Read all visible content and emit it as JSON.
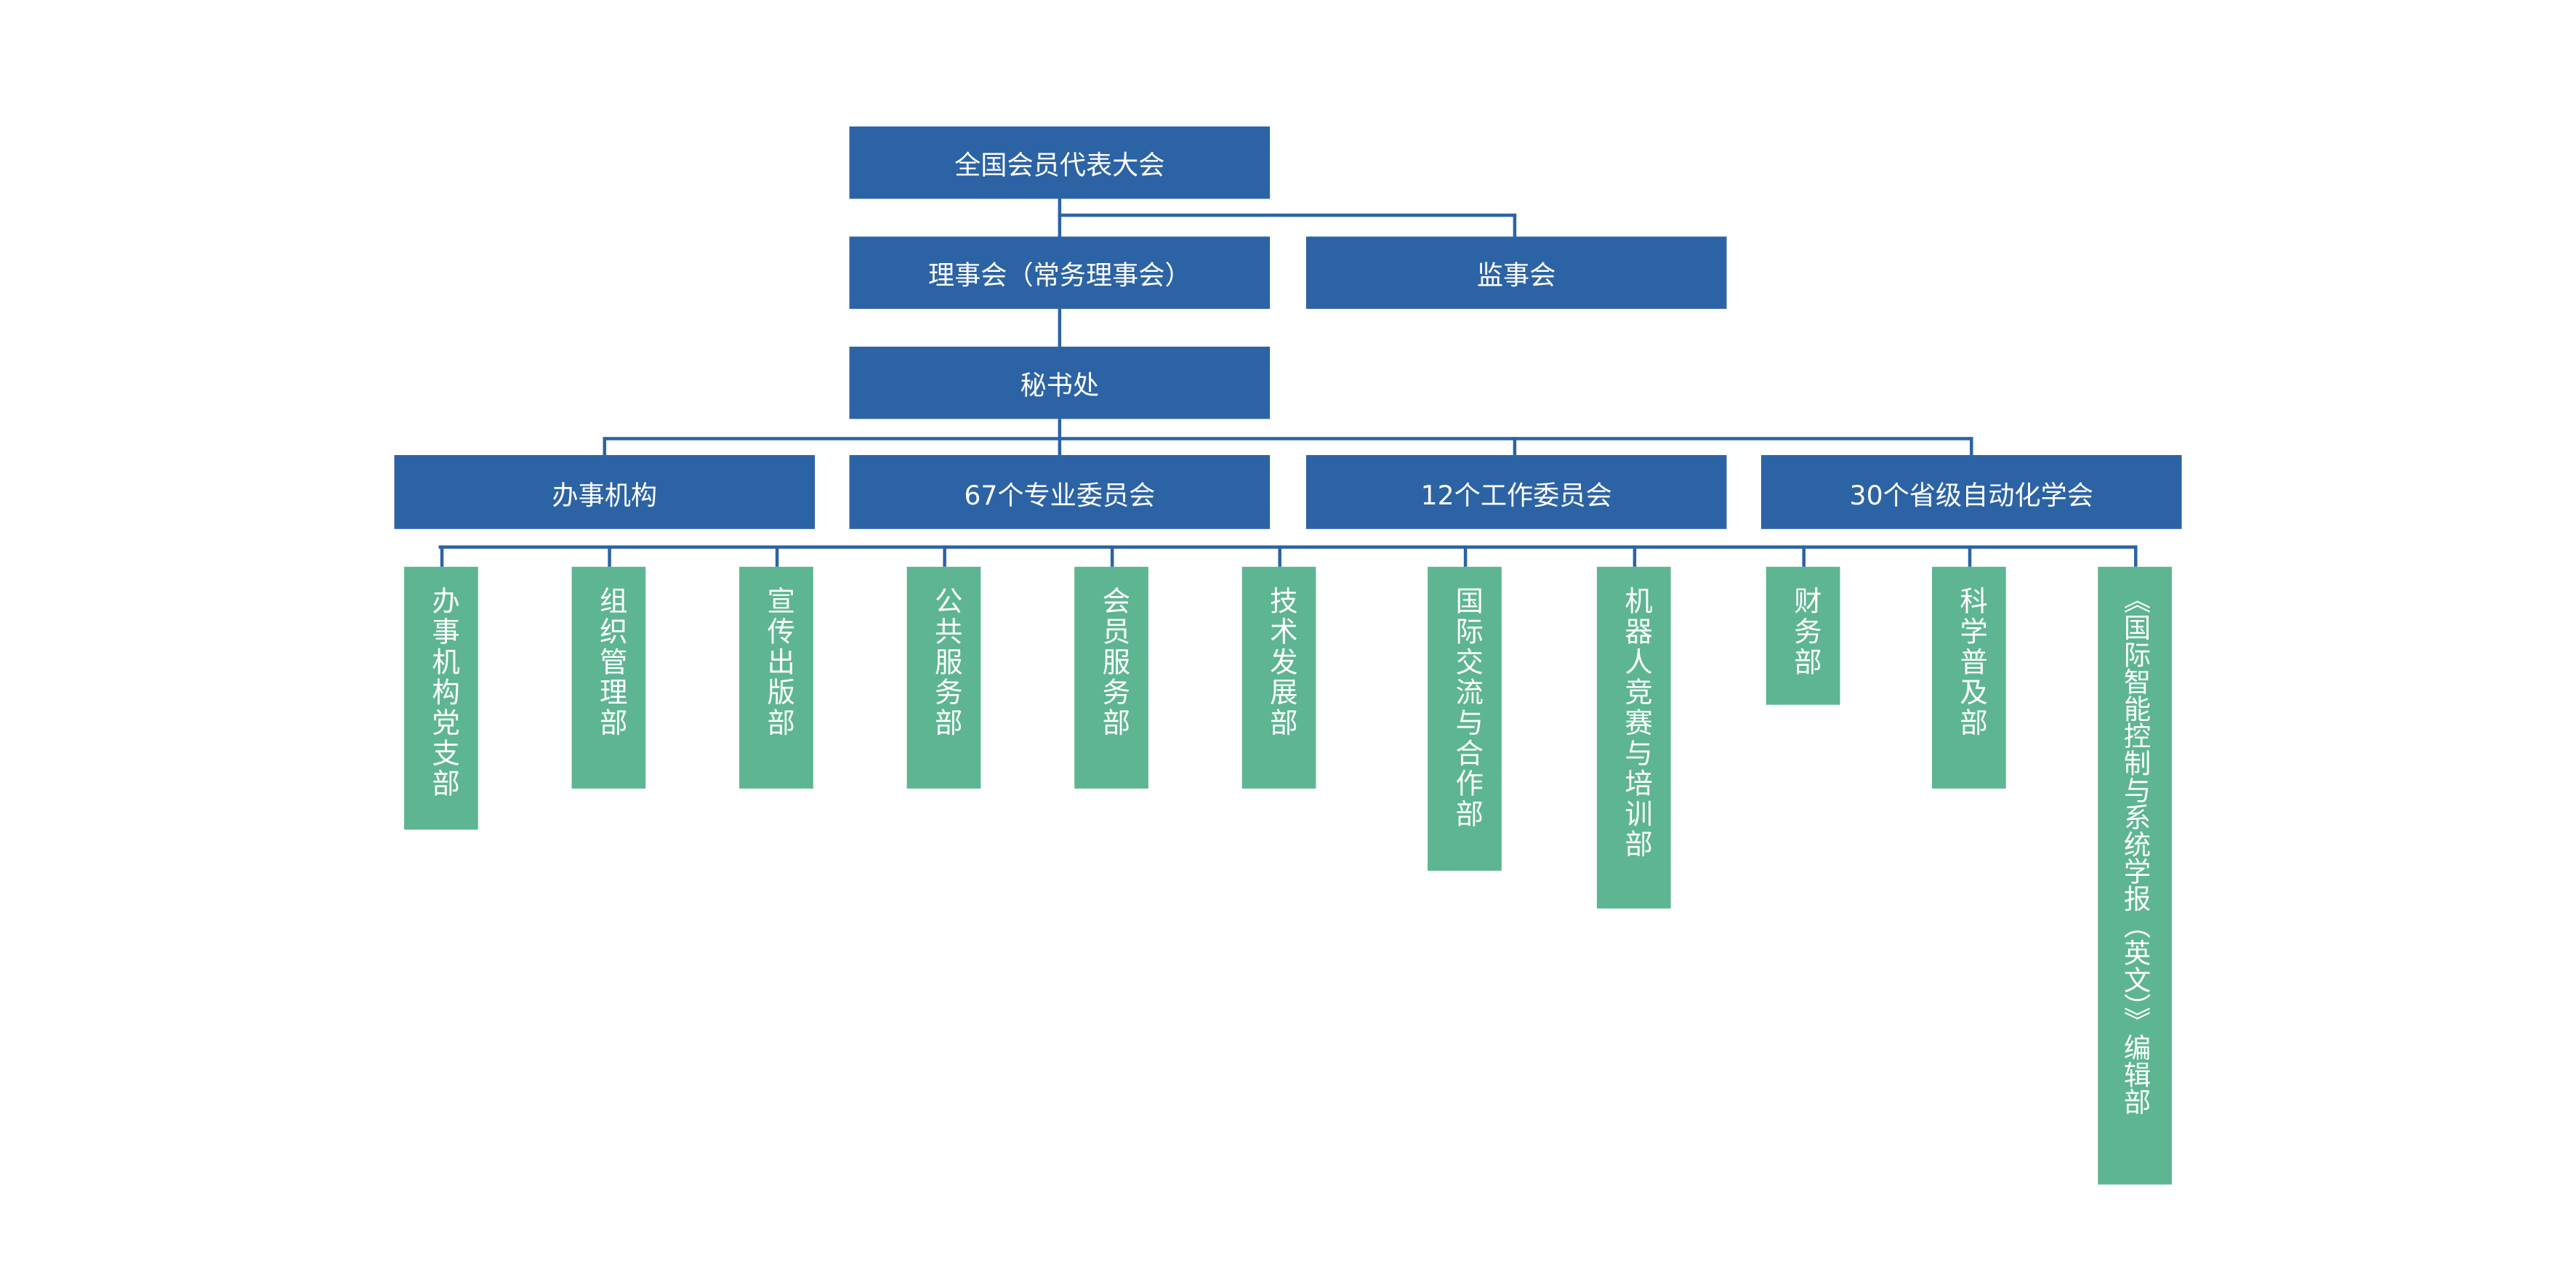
{
  "colors": {
    "primary": "#2c63a4",
    "secondary": "#5db592"
  },
  "level1": "全国会员代表大会",
  "level2": [
    "理事会（常务理事会）",
    "监事会"
  ],
  "level3": "秘书处",
  "level4": [
    "办事机构",
    "67个专业委员会",
    "12个工作委员会",
    "30个省级自动化学会"
  ],
  "departments": [
    "办事机构党支部",
    "组织管理部",
    "宣传出版部",
    "公共服务部",
    "会员服务部",
    "技术发展部",
    "国际交流与合作部",
    "机器人竞赛与培训部",
    "财务部",
    "科学普及部",
    "《国际智能控制与系统学报（英文）》编辑部"
  ]
}
